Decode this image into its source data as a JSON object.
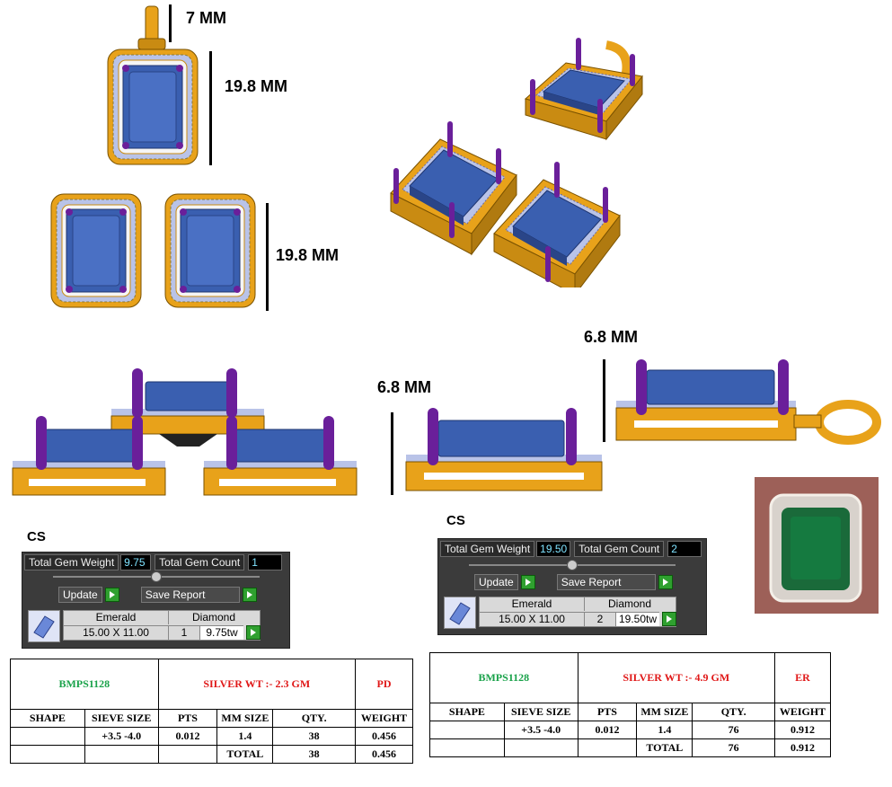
{
  "dimensions": {
    "bail_height": "7 MM",
    "pendant_height": "19.8 MM",
    "earring_height": "19.8 MM",
    "side_height_left": "6.8 MM",
    "side_height_right": "6.8 MM"
  },
  "cs_label_left": "CS",
  "cs_label_right": "CS",
  "panel_left": {
    "total_gem_weight_label": "Total Gem Weight",
    "total_gem_weight": "9.75",
    "total_gem_count_label": "Total Gem Count",
    "total_gem_count": "1",
    "update_label": "Update",
    "save_report_label": "Save Report",
    "col_emerald": "Emerald",
    "col_diamond": "Diamond",
    "emerald_size": "15.00 X 11.00",
    "diamond_count": "1",
    "diamond_weight": "9.75tw"
  },
  "panel_right": {
    "total_gem_weight_label": "Total Gem Weight",
    "total_gem_weight": "19.50",
    "total_gem_count_label": "Total Gem Count",
    "total_gem_count": "2",
    "update_label": "Update",
    "save_report_label": "Save Report",
    "col_emerald": "Emerald",
    "col_diamond": "Diamond",
    "emerald_size": "15.00 X 11.00",
    "diamond_count": "2",
    "diamond_weight": "19.50tw"
  },
  "table_left": {
    "code": "BMPS1128",
    "silver_wt": "SILVER WT :- 2.3 GM",
    "kind": "PD",
    "headers": [
      "SHAPE",
      "SIEVE SIZE",
      "PTS",
      "MM SIZE",
      "QTY.",
      "WEIGHT"
    ],
    "row": [
      "",
      "+3.5 -4.0",
      "0.012",
      "1.4",
      "38",
      "0.456"
    ],
    "total_label": "TOTAL",
    "total_qty": "38",
    "total_weight": "0.456"
  },
  "table_right": {
    "code": "BMPS1128",
    "silver_wt": "SILVER WT :- 4.9 GM",
    "kind": "ER",
    "headers": [
      "SHAPE",
      "SIEVE SIZE",
      "PTS",
      "MM SIZE",
      "QTY.",
      "WEIGHT"
    ],
    "row": [
      "",
      "+3.5 -4.0",
      "0.012",
      "1.4",
      "76",
      "0.912"
    ],
    "total_label": "TOTAL",
    "total_qty": "76",
    "total_weight": "0.912"
  },
  "colors": {
    "gold": "#e8a21a",
    "sapphire": "#3a5fb0",
    "prong": "#6a1f9a",
    "diamond": "#b9c3e8",
    "code_green": "#1aa24a",
    "title_red": "#e01818"
  }
}
